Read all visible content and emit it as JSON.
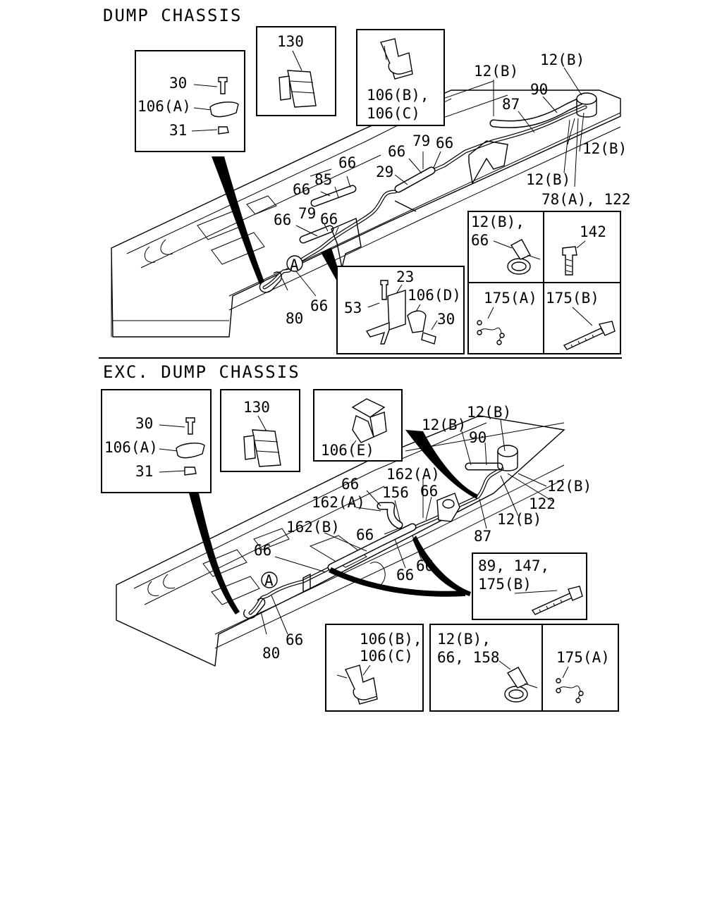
{
  "sections": {
    "dump": "DUMP CHASSIS",
    "exc": "EXC. DUMP CHASSIS"
  },
  "dump": {
    "box1": {
      "l30": "30",
      "l106a": "106(A)",
      "l31": "31"
    },
    "box2": {
      "l130": "130"
    },
    "box3": {
      "l106b": "106(B),",
      "l106c": "106(C)"
    },
    "box4": {
      "l53": "53",
      "l23": "23",
      "l106d": "106(D)",
      "l30": "30"
    },
    "box5": {
      "l12b": "12(B),",
      "l66": "66"
    },
    "box6": {
      "l142": "142"
    },
    "box7": {
      "l175a": "175(A)"
    },
    "box8": {
      "l175b": "175(B)"
    },
    "main": {
      "c12b_1": "12(B)",
      "c12b_2": "12(B)",
      "c90": "90",
      "c87": "87",
      "c12b_3": "12(B)",
      "c12b_4": "12(B)",
      "c78": "78(A), 122",
      "c79a": "79",
      "c66a": "66",
      "c66b": "66",
      "c29": "29",
      "c85": "85",
      "c66c": "66",
      "c66d": "66",
      "c66e": "66",
      "c79b": "79",
      "c66f": "66",
      "cA": "A",
      "c80": "80",
      "c66g": "66"
    }
  },
  "exc": {
    "box1": {
      "l30": "30",
      "l106a": "106(A)",
      "l31": "31"
    },
    "box2": {
      "l130": "130"
    },
    "box3": {
      "l106e": "106(E)"
    },
    "box4": {
      "l89": "89, 147,",
      "l175b": "175(B)"
    },
    "box5": {
      "l106b": "106(B),",
      "l106c": "106(C)"
    },
    "box6": {
      "l12b": "12(B),",
      "l66": "66, 158"
    },
    "box7": {
      "l175a": "175(A)"
    },
    "main": {
      "c12b_1": "12(B)",
      "c12b_2": "12(B)",
      "c90": "90",
      "c12b_3": "12(B)",
      "c122": "122",
      "c12b_4": "12(B)",
      "c87": "87",
      "c162a_1": "162(A)",
      "c66a": "66",
      "c156": "156",
      "c66b": "66",
      "c162a_2": "162(A)",
      "c162b": "162(B)",
      "c66c": "66",
      "c66d": "66",
      "c66e": "66",
      "c66f": "66",
      "cA": "A",
      "c80": "80",
      "c66g": "66"
    }
  }
}
